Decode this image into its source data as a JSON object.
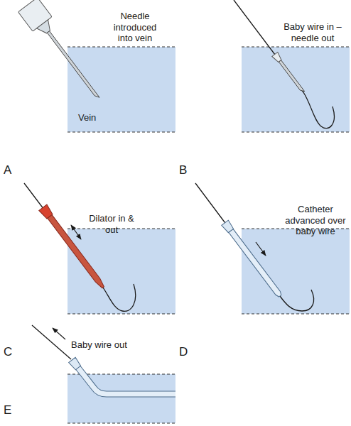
{
  "diagram": {
    "labels": [
      "Needle introduced into vein",
      "Vein",
      "A",
      "Baby wire in – needle out",
      "B",
      "Dilator in & out",
      "C",
      "Catheter advanced over baby wire",
      "D",
      "Baby wire out",
      "E"
    ]
  }
}
